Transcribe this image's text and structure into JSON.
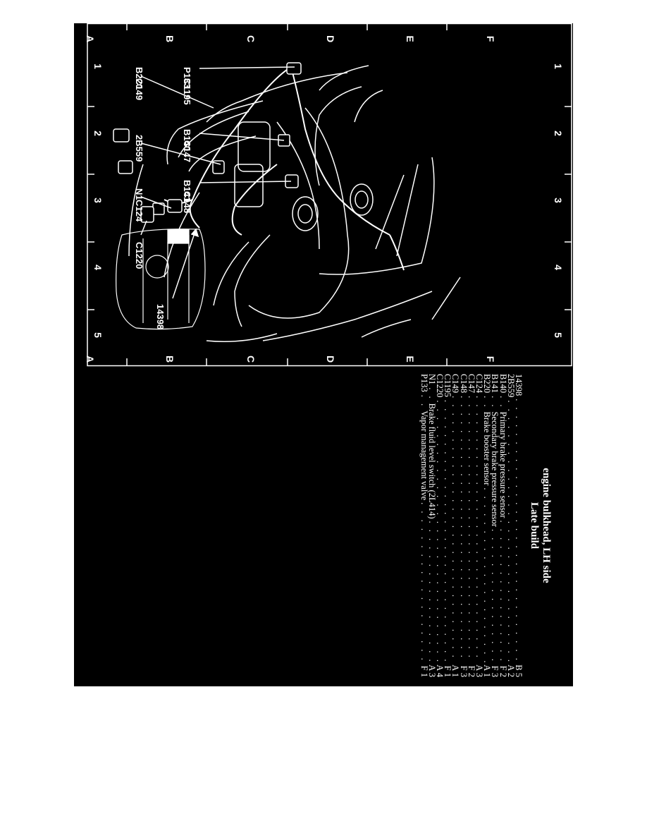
{
  "grid": {
    "rows": [
      "A",
      "B",
      "C",
      "D",
      "E",
      "F"
    ],
    "cols": [
      "1",
      "2",
      "3",
      "4",
      "5"
    ]
  },
  "callouts": [
    {
      "id": "b220-c149",
      "lines": [
        "B220",
        "C149"
      ]
    },
    {
      "id": "p133-c1195",
      "lines": [
        "P133",
        "C1195"
      ]
    },
    {
      "id": "2b559",
      "lines": [
        "2B559"
      ]
    },
    {
      "id": "b140-c147",
      "lines": [
        "B140",
        "C147"
      ]
    },
    {
      "id": "n1-c124",
      "lines": [
        "N1",
        "C124"
      ]
    },
    {
      "id": "b141-c148",
      "lines": [
        "B141",
        "C148"
      ]
    },
    {
      "id": "c1220",
      "lines": [
        "C1220"
      ]
    },
    {
      "id": "14398",
      "lines": [
        "14398"
      ]
    }
  ],
  "legend": {
    "title_line1": "engine bulkhead, LH side",
    "title_line2": "Late build",
    "rows": [
      {
        "code": "14398",
        "desc": "",
        "loc": "B 5"
      },
      {
        "code": "2B559",
        "desc": "",
        "loc": "A 2"
      },
      {
        "code": "B140",
        "desc": "Primary brake pressure sensor",
        "loc": "F 2"
      },
      {
        "code": "B141",
        "desc": "Secondary brake pressure sensor",
        "loc": "F 3"
      },
      {
        "code": "B220",
        "desc": "Brake booster sensor",
        "loc": "A 1"
      },
      {
        "code": "C124",
        "desc": "",
        "loc": "A 3"
      },
      {
        "code": "C147",
        "desc": "",
        "loc": "F 2"
      },
      {
        "code": "C148",
        "desc": "",
        "loc": "F 3"
      },
      {
        "code": "C149",
        "desc": "",
        "loc": "A 1"
      },
      {
        "code": "C1195",
        "desc": "",
        "loc": "F 1"
      },
      {
        "code": "C1220",
        "desc": "",
        "loc": "A 4"
      },
      {
        "code": "N1",
        "desc": "Brake fluid level switch (2L414)",
        "loc": "A 3"
      },
      {
        "code": "P133",
        "desc": "Vapor management valve",
        "loc": "F 1"
      }
    ]
  },
  "colors": {
    "panel": "#000000",
    "ink": "#ffffff",
    "page": "#ffffff"
  }
}
